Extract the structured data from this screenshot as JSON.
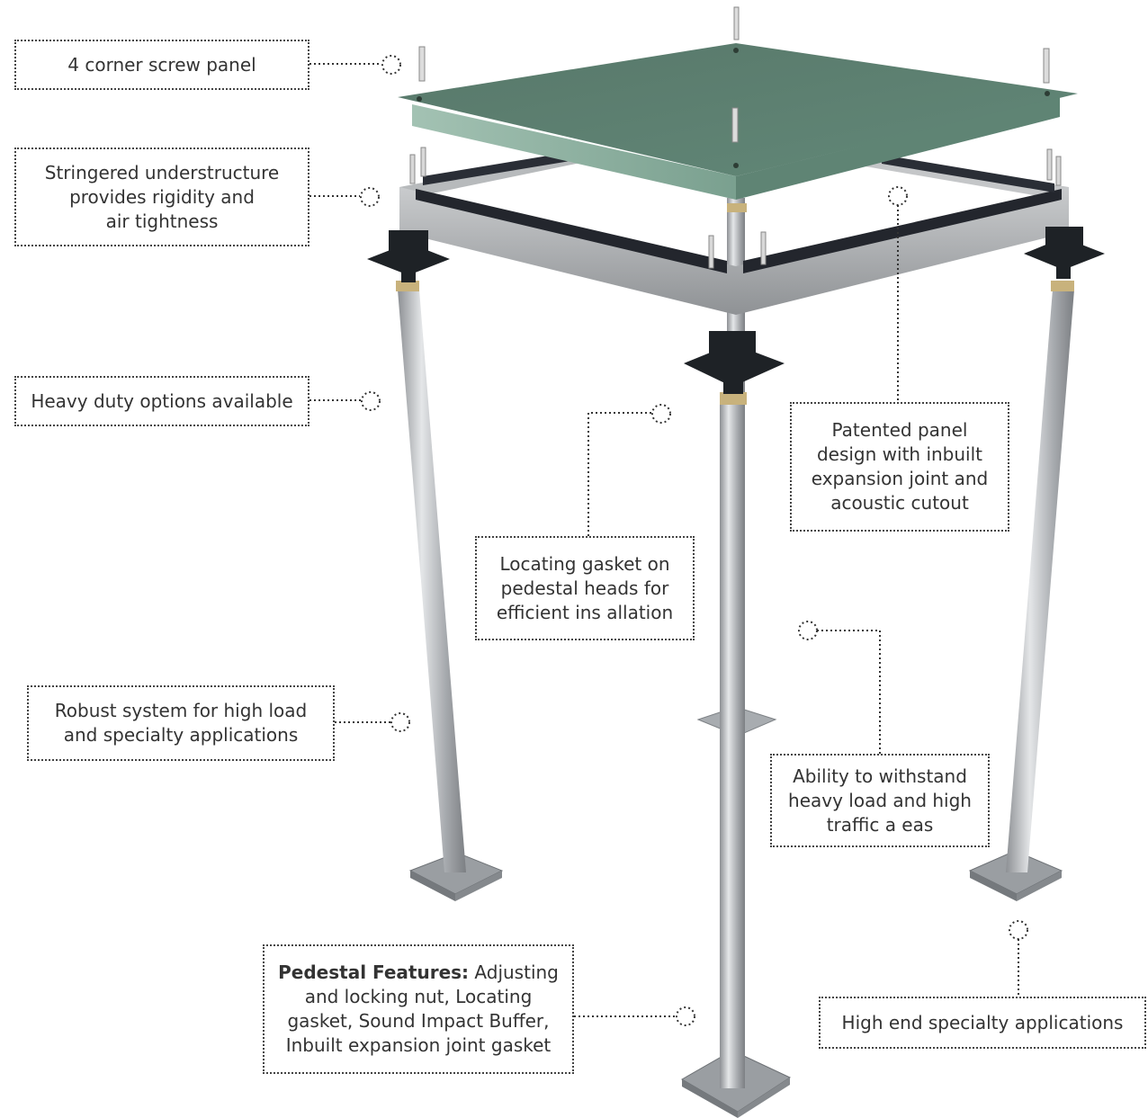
{
  "callouts": {
    "corner_screw": "4 corner screw panel",
    "stringered": "Stringered understructure\nprovides rigidity and\nair tightness",
    "heavy_duty": "Heavy duty options available",
    "patented": "Patented panel\ndesign with inbuilt\nexpansion joint and\nacoustic cutout",
    "gasket": "Locating gasket on\npedestal heads for\nefficient ins allation",
    "robust": "Robust system for high load\nand specialty applications",
    "withstand": "Ability to withstand\nheavy load and high\ntraffic a eas",
    "pedestal_title": "Pedestal Features:",
    "pedestal_body": " Adjusting\nand locking nut, Locating\ngasket, Sound Impact Buffer,\nInbuilt expansion joint gasket",
    "high_end": "High end specialty applications"
  },
  "colors": {
    "panel_top": "#5d7f6f",
    "panel_edge": "#8fb3a2",
    "steel": "#b9bcbf",
    "head_black": "#1e2226",
    "gasket_brass": "#c8b27c",
    "stringer": "#a9acaf"
  }
}
